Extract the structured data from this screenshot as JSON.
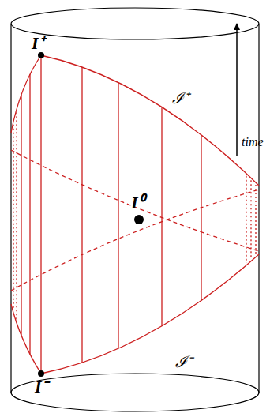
{
  "diagram": {
    "labels": [
      "I⁺",
      "I⁰",
      "I⁻",
      "ℐ⁺",
      "ℐ⁻",
      "time"
    ]
  }
}
